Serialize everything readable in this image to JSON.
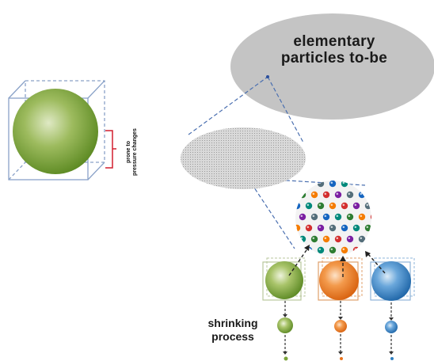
{
  "labels": {
    "elementary": [
      "elementary",
      "particles to-be"
    ],
    "shrinking": [
      "shrinking",
      "process"
    ],
    "prone": [
      "prone to",
      "pressure changes"
    ]
  },
  "colors": {
    "green": "#6f9a2e",
    "orange": "#e9731c",
    "blue": "#2f7fc1",
    "grey_ellipse": "#c2c2c2",
    "cube_edge": "#8aa2c8",
    "bracket": "#d21f2f",
    "dash": "#4a6fb0"
  },
  "particle_pattern_colors": [
    "#d32f2f",
    "#2e7d32",
    "#1565c0",
    "#7b1fa2",
    "#f57c00",
    "#00897b",
    "#546e7a"
  ]
}
